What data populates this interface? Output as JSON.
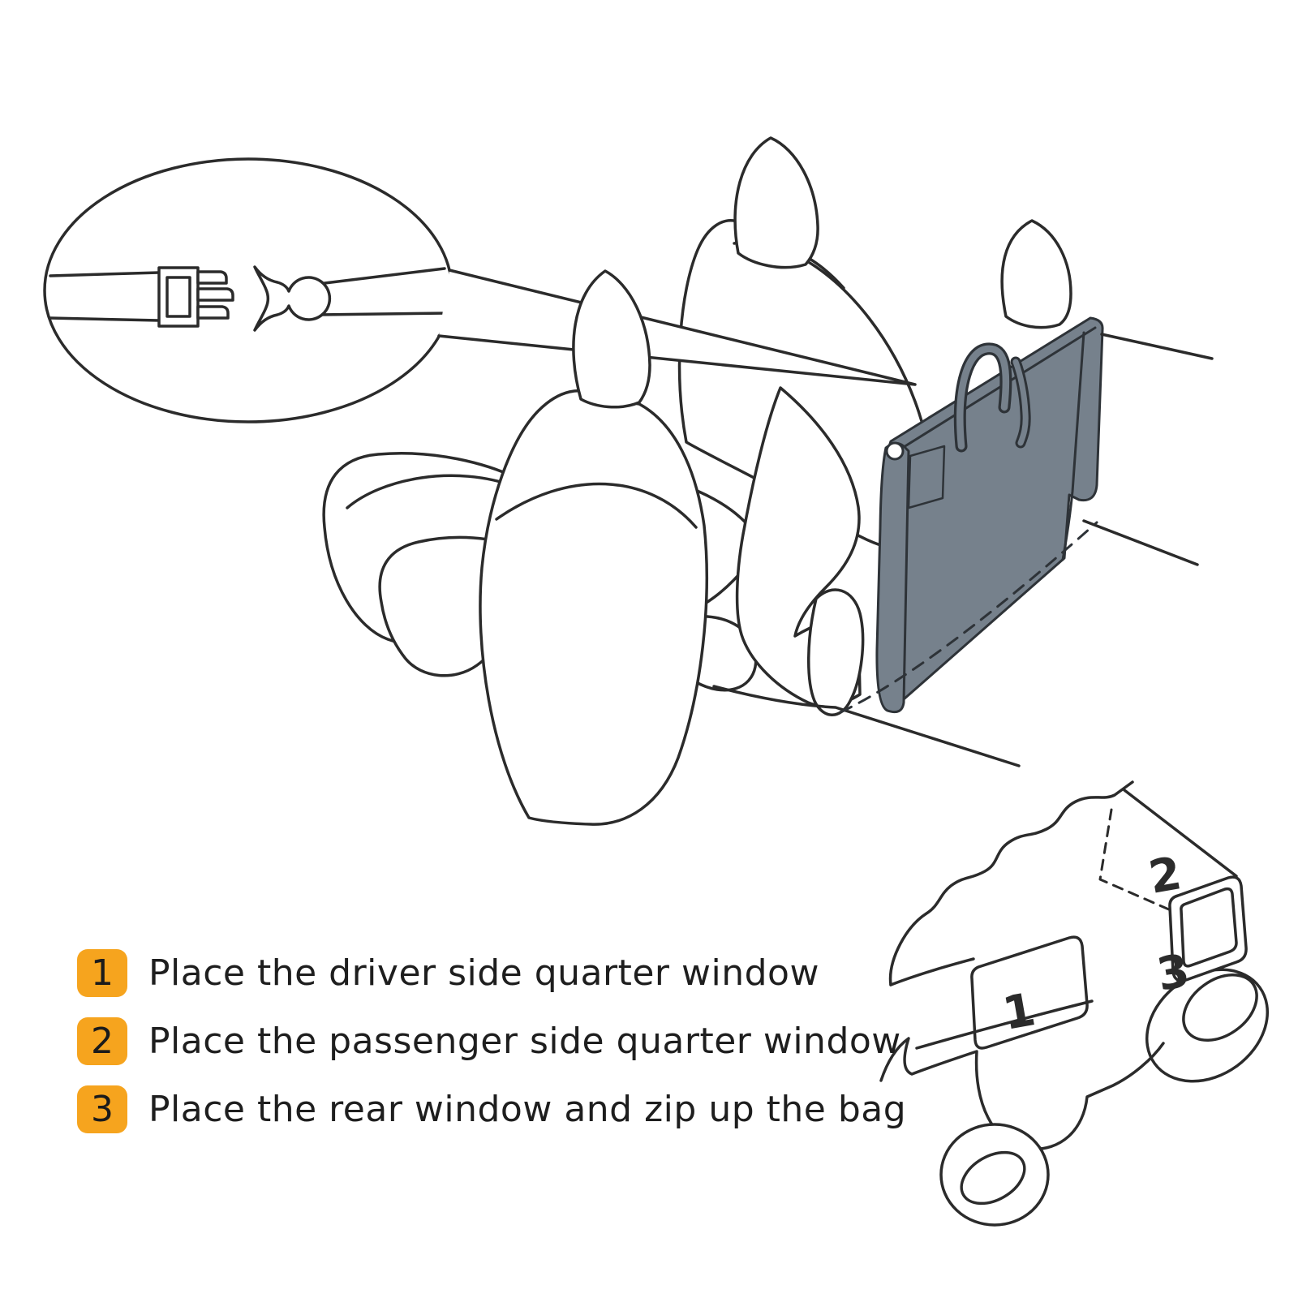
{
  "instructions": {
    "items": [
      {
        "number": "1",
        "text": "Place the driver side quarter window"
      },
      {
        "number": "2",
        "text": "Place the passenger side quarter window"
      },
      {
        "number": "3",
        "text": "Place the rear window and zip up the bag"
      }
    ]
  },
  "jeep": {
    "window_labels": {
      "driver_quarter": "1",
      "passenger_quarter": "2",
      "rear": "3"
    }
  },
  "colors": {
    "accent_orange": "#F6A41E",
    "bag_gray": "#76818C",
    "bag_outline": "#2E3338",
    "line_art": "#2B2B2B",
    "text": "#1E1E1E",
    "background": "#FFFFFF"
  }
}
